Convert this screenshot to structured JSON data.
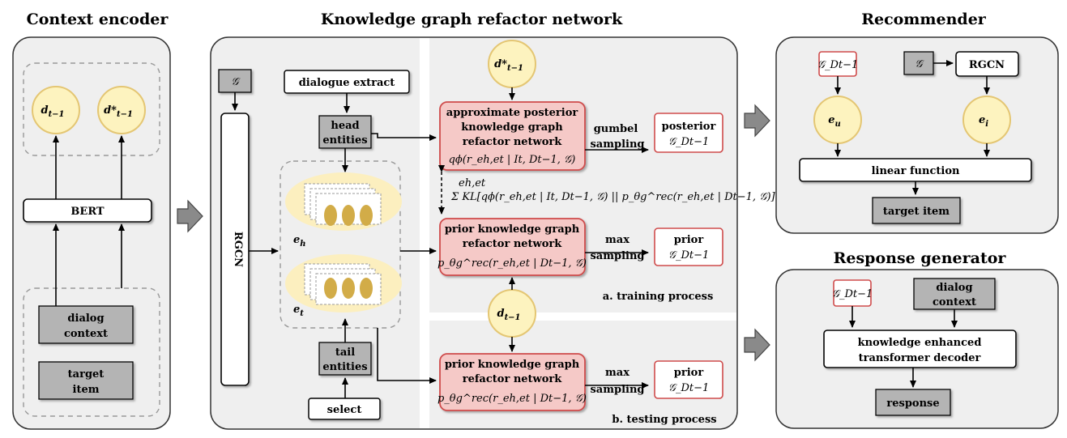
{
  "sections": {
    "context_encoder": "Context encoder",
    "kg_refactor": "Knowledge graph refactor network",
    "recommender": "Recommender",
    "response_generator": "Response generator"
  },
  "context_encoder": {
    "bert": "BERT",
    "d_t1": "d",
    "d_t1_sub": "t−1",
    "d_star": "d*",
    "d_star_sub": "t−1",
    "dialog_context_l1": "dialog",
    "dialog_context_l2": "context",
    "target_item_l1": "target",
    "target_item_l2": "item"
  },
  "kg": {
    "graph_symbol": "𝒢",
    "rgcn": "RGCN",
    "dialogue_extract": "dialogue extract",
    "head_entities_l1": "head",
    "head_entities_l2": "entities",
    "tail_entities_l1": "tail",
    "tail_entities_l2": "entities",
    "select": "select",
    "e_h": "e",
    "e_h_sub": "h",
    "e_t": "e",
    "e_t_sub": "t",
    "posterior_net_l1": "approximate posterior",
    "posterior_net_l2": "knowledge graph",
    "posterior_net_l3": "refactor network",
    "posterior_formula": "qϕ(r_eh,et | It, Dt−1, 𝒢)",
    "prior_net_l1": "prior knowledge graph",
    "prior_net_l2": "refactor network",
    "prior_formula": "p_θg^rec(r_eh,et | Dt−1, 𝒢)",
    "gumbel_l1": "gumbel",
    "gumbel_l2": "sampling",
    "max_l1": "max",
    "max_l2": "sampling",
    "posterior_out": "posterior",
    "prior_out": "prior",
    "graph_out": "𝒢_Dt−1",
    "kl_formula": "Σ KL[qϕ(r_eh,et | It, Dt−1, 𝒢) || p_θg^rec(r_eh,et | Dt−1, 𝒢)]",
    "kl_sum_sub": "eh,et",
    "training_label": "a. training process",
    "testing_label": "b. testing process"
  },
  "recommender": {
    "graph_d": "𝒢_Dt−1",
    "graph": "𝒢",
    "rgcn": "RGCN",
    "e_u": "e",
    "e_u_sub": "u",
    "e_i": "e",
    "e_i_sub": "i",
    "linear": "linear function",
    "target_item": "target item"
  },
  "response": {
    "graph_d": "𝒢_Dt−1",
    "dialog_context_l1": "dialog",
    "dialog_context_l2": "context",
    "decoder_l1": "knowledge enhanced",
    "decoder_l2": "transformer decoder",
    "response": "response"
  },
  "colors": {
    "panel_bg": "#efefef",
    "gray_box": "#b4b4b4",
    "circle_fill": "#fdf3bf",
    "circle_stroke": "#e4c673",
    "pink_fill": "#f5c9c7",
    "pink_stroke": "#cf4b4b",
    "entity_glow": "#fcefbf",
    "entity_dot": "#d2ac48"
  }
}
